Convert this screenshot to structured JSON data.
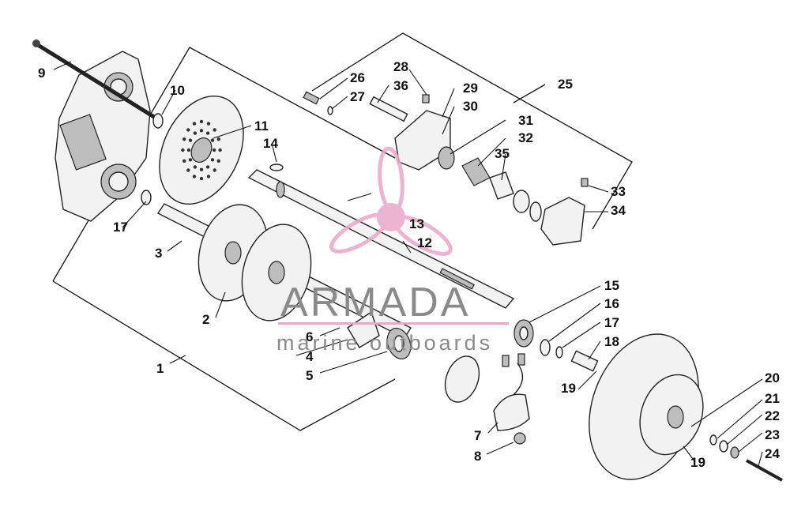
{
  "diagram": {
    "callouts": [
      "1",
      "2",
      "3",
      "4",
      "5",
      "6",
      "7",
      "8",
      "9",
      "10",
      "11",
      "12",
      "13",
      "14",
      "15",
      "16",
      "17",
      "17",
      "18",
      "19",
      "19",
      "20",
      "21",
      "22",
      "23",
      "24",
      "25",
      "26",
      "27",
      "28",
      "29",
      "30",
      "31",
      "32",
      "33",
      "34",
      "35",
      "36"
    ]
  },
  "watermark": {
    "brand": "ARMADA",
    "tagline": "marine outboards",
    "brand_color": "#e9a8c8"
  }
}
